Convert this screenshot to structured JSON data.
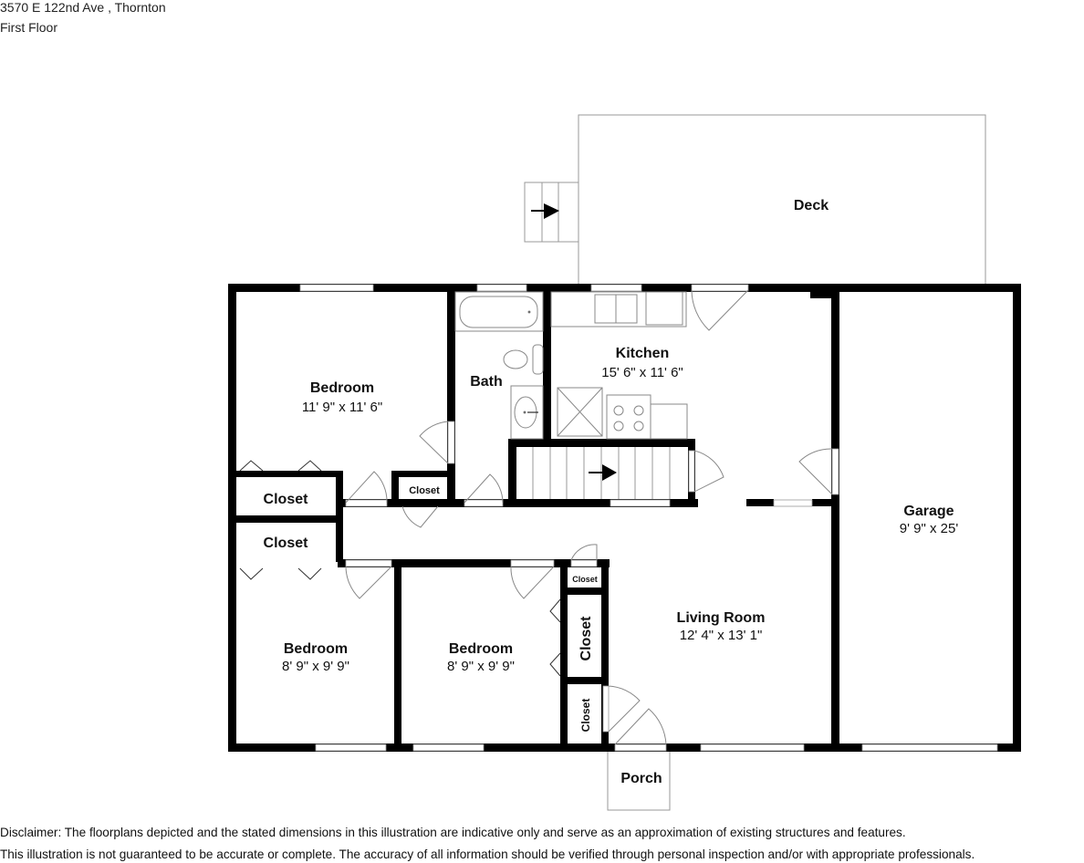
{
  "header": {
    "address": "3570 E 122nd Ave , Thornton",
    "floor": "First Floor"
  },
  "rooms": {
    "deck": {
      "name": "Deck"
    },
    "bedroom_main": {
      "name": "Bedroom",
      "dims": "11' 9\" x 11' 6\""
    },
    "bath": {
      "name": "Bath"
    },
    "kitchen": {
      "name": "Kitchen",
      "dims": "15' 6\" x 11' 6\""
    },
    "garage": {
      "name": "Garage",
      "dims": "9' 9\" x 25'"
    },
    "closet_main_bed": {
      "name": "Closet"
    },
    "closet_hall_small": {
      "name": "Closet"
    },
    "closet_bed2": {
      "name": "Closet"
    },
    "bedroom_2": {
      "name": "Bedroom",
      "dims": "8' 9\" x 9' 9\""
    },
    "bedroom_3": {
      "name": "Bedroom",
      "dims": "8' 9\" x 9' 9\""
    },
    "closet_small_top": {
      "name": "Closet"
    },
    "closet_vertical_mid": {
      "name": "Closet"
    },
    "closet_vertical_bottom": {
      "name": "Closet"
    },
    "living_room": {
      "name": "Living Room",
      "dims": "12' 4\" x 13' 1\""
    },
    "porch": {
      "name": "Porch"
    }
  },
  "disclaimer": {
    "line1": "Disclaimer: The floorplans depicted and the stated dimensions in this illustration are indicative only and serve as an approximation of existing structures and features.",
    "line2": "This illustration is not guaranteed to be accurate or complete. The accuracy of all information should be verified through personal inspection and/or with appropriate professionals."
  },
  "colors": {
    "wall": "#000000",
    "fixture_line": "#777777",
    "background": "#ffffff"
  }
}
